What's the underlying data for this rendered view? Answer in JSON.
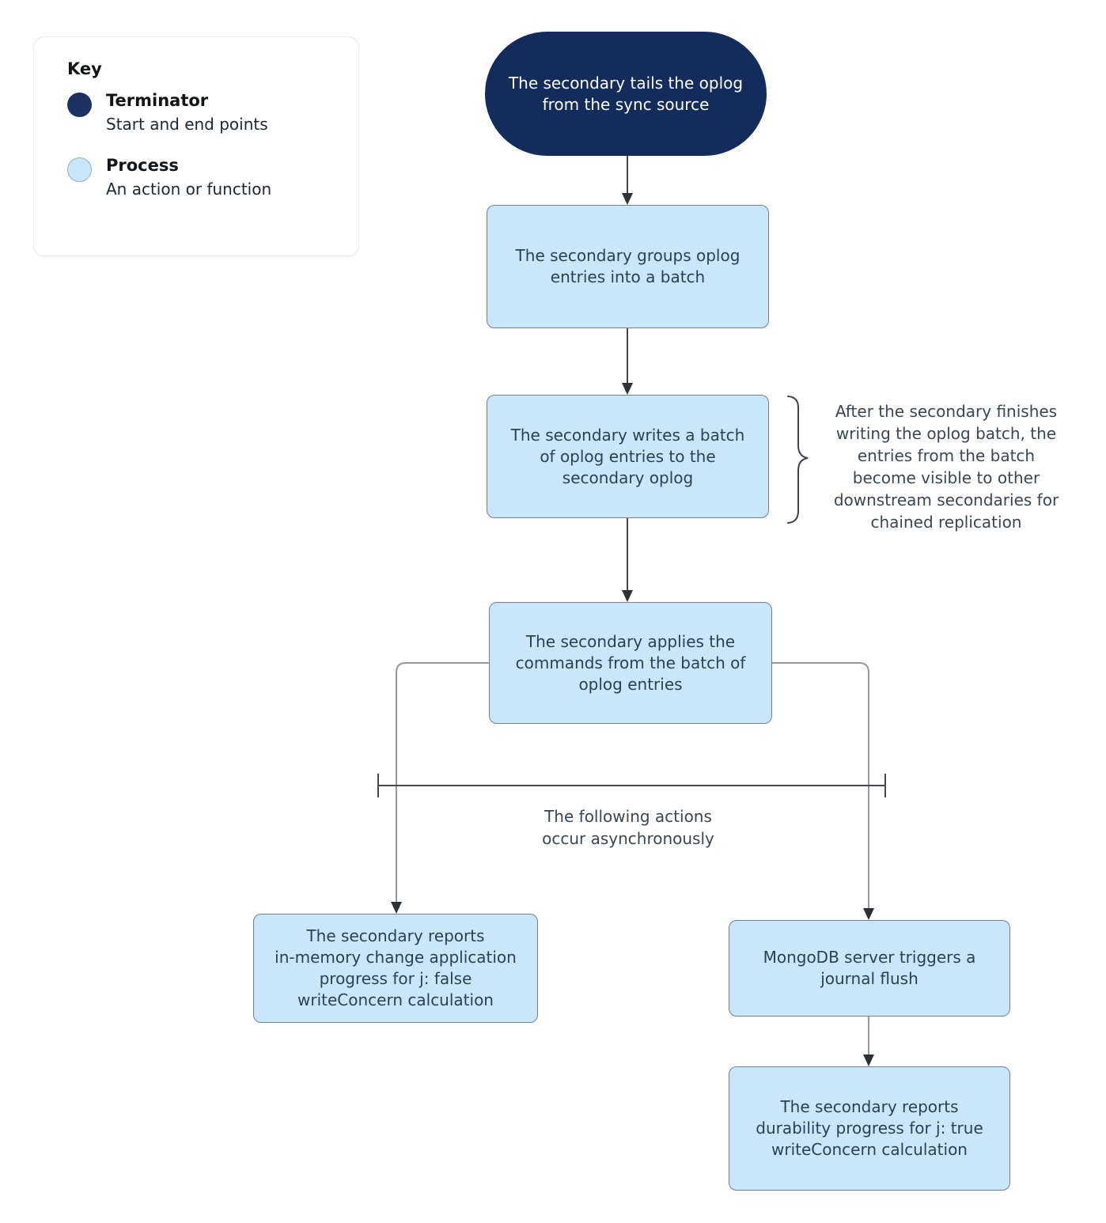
{
  "key": {
    "title": "Key",
    "items": [
      {
        "name": "Terminator",
        "description": "Start and end points"
      },
      {
        "name": "Process",
        "description": "An action or function"
      }
    ]
  },
  "nodes": {
    "terminator_start": "The secondary tails the oplog\nfrom the sync source",
    "group_batch": "The secondary groups oplog\nentries into a batch",
    "write_batch": "The secondary writes a batch\nof oplog entries to the\nsecondary oplog",
    "apply_commands": "The secondary applies the\ncommands from the batch of\noplog entries",
    "report_in_memory": "The secondary reports\nin-memory change application\nprogress for j: false\nwriteConcern calculation",
    "journal_flush": "MongoDB server triggers a\njournal flush",
    "report_durability": "The secondary reports\ndurability progress for j: true\nwriteConcern calculation"
  },
  "annotations": {
    "oplog_visibility": "After the secondary finishes\nwriting the oplog batch, the\nentries from the batch\nbecome visible to other\ndownstream secondaries for\nchained replication",
    "async_note": "The following actions\noccur asynchronously"
  },
  "colors": {
    "terminator_fill": "#132C5B",
    "terminator_text": "#FFFFFF",
    "process_fill": "#C9E6FB",
    "process_border": "#6B8299",
    "process_text": "#2A4158",
    "note_text": "#3A4750",
    "connector_dark": "#45494E",
    "connector_gray": "#94989D",
    "background": "#FFFFFF"
  }
}
